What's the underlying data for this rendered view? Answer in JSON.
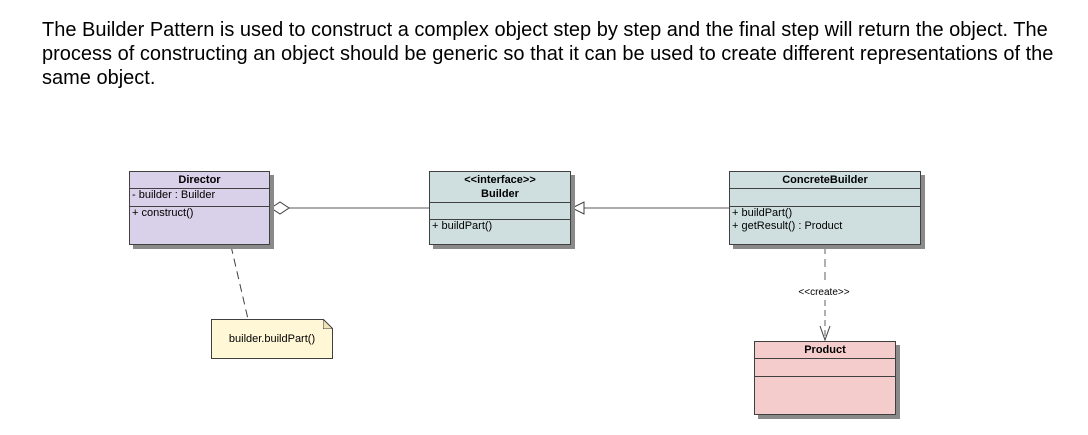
{
  "intro_text": "The Builder Pattern is used to construct a complex object step by step and the final step will return the object. The process of constructing an object should be generic so that it can be used to create different representations of the same object.",
  "diagram": {
    "director": {
      "name": "Director",
      "attributes": [
        "- builder : Builder"
      ],
      "operations": [
        "+ construct()"
      ]
    },
    "builder": {
      "stereotype": "<<interface>>",
      "name": "Builder",
      "operations": [
        "+ buildPart()"
      ]
    },
    "concrete_builder": {
      "name": "ConcreteBuilder",
      "operations": [
        "+ buildPart()",
        "+ getResult() : Product"
      ]
    },
    "product": {
      "name": "Product"
    },
    "note": {
      "text": "builder.buildPart()"
    },
    "create_dependency": {
      "label": "<<create>>"
    }
  }
}
